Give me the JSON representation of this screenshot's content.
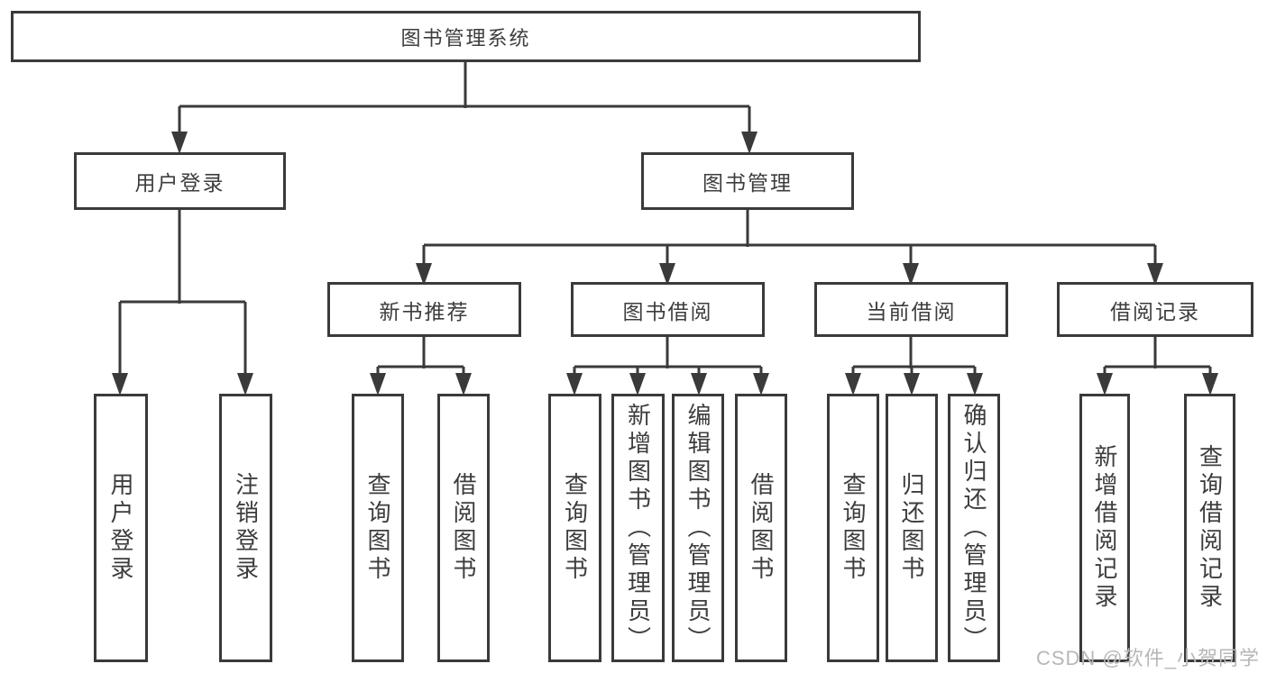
{
  "tree": {
    "root": "图书管理系统",
    "user_login": {
      "label": "用户登录",
      "children": [
        "用户登录",
        "注销登录"
      ]
    },
    "book_management": {
      "label": "图书管理",
      "sections": {
        "new_book_recommend": {
          "label": "新书推荐",
          "children": [
            "查询图书",
            "借阅图书"
          ]
        },
        "book_borrow": {
          "label": "图书借阅",
          "children": [
            "查询图书",
            "新增图书（管理员）",
            "编辑图书（管理员）",
            "借阅图书"
          ]
        },
        "current_borrow": {
          "label": "当前借阅",
          "children": [
            "查询图书",
            "归还图书",
            "确认归还（管理员）"
          ]
        },
        "borrow_records": {
          "label": "借阅记录",
          "children": [
            "新增借阅记录",
            "查询借阅记录"
          ]
        }
      }
    }
  },
  "watermark": "CSDN @软件_小贺同学",
  "colors": {
    "line": "#3a3a3a",
    "text": "#3d3d3d",
    "watermark": "#b7b7b7",
    "background": "#ffffff"
  }
}
